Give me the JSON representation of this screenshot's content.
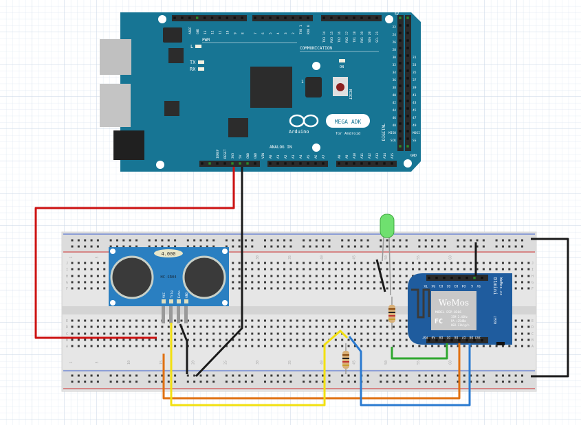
{
  "arduino": {
    "brand": "Arduino",
    "model": "MEGA ADK",
    "subtitle": "for Android",
    "top_pins_a": [
      "AREF",
      "GND",
      "13",
      "12",
      "11",
      "10",
      "9",
      "8"
    ],
    "top_pins_b": [
      "7",
      "6",
      "5",
      "4",
      "3",
      "2",
      "TX0 1",
      "RX0 0"
    ],
    "top_pins_c": [
      "TX3 14",
      "RX3 15",
      "TX2 16",
      "RX2 17",
      "TX1 18",
      "RX1 19",
      "SDA 20",
      "SCL 21"
    ],
    "pwm_label": "PWM",
    "comm_label": "COMMUNICATION",
    "led_labels": [
      "L",
      "TX",
      "RX",
      "ON"
    ],
    "reset_label": "RESET",
    "icsp_label": "1",
    "power_pins": [
      "IOREF",
      "RESET",
      "3V3",
      "5V",
      "GND",
      "GND",
      "VIN"
    ],
    "analog_label": "ANALOG IN",
    "analog_pins": [
      "A0",
      "A1",
      "A2",
      "A3",
      "A4",
      "A5",
      "A6",
      "A7",
      "A8",
      "A9",
      "A10",
      "A11",
      "A12",
      "A13",
      "A14",
      "A15"
    ],
    "digital_label": "DIGITAL",
    "digital_left": [
      "22",
      "24",
      "26",
      "28",
      "30",
      "32",
      "34",
      "36",
      "38",
      "40",
      "42",
      "44",
      "46",
      "48",
      "MISO",
      "SCK"
    ],
    "digital_right": [
      "31",
      "33",
      "35",
      "37",
      "39",
      "41",
      "43",
      "45",
      "47",
      "49",
      "MOSI",
      "SS"
    ],
    "top_5v": "5V",
    "bottom_gnd": "GND"
  },
  "sensor": {
    "display": "4.000",
    "model": "HC-SR04",
    "pins": [
      "VCC",
      "Trig",
      "Echo",
      "GND"
    ]
  },
  "wemos": {
    "top_pins": [
      "TX",
      "RX",
      "D1",
      "D2",
      "D3",
      "D4",
      "G",
      "5V"
    ],
    "bottom_pins": [
      "RST",
      "A0",
      "D0",
      "D5",
      "D6",
      "D7",
      "D8",
      "3V3"
    ],
    "logo": "WeMos",
    "module_model": "MODEL  ESP-8266",
    "module_specs": [
      "ISM 2.4GHz",
      "PA +25dBm",
      "802.11b/g/n"
    ],
    "fcc": "FC",
    "board_name": "D1mini",
    "board_site": "WeMos.cc",
    "reset_label": "RESET"
  },
  "breadboard": {
    "row_letters_top": [
      "J",
      "I",
      "H",
      "G",
      "F"
    ],
    "row_letters_bottom": [
      "E",
      "D",
      "C",
      "B",
      "A"
    ],
    "column_numbers": [
      "1",
      "5",
      "10",
      "15",
      "20",
      "25",
      "30",
      "35",
      "40",
      "45",
      "50",
      "55",
      "60"
    ]
  },
  "colors": {
    "arduino_board": "#177594",
    "sensor_board": "#2a7fc1",
    "wemos_board": "#1f5c9e",
    "wire_red": "#cc1111",
    "wire_black": "#1a1a1a",
    "wire_orange": "#e07010",
    "wire_yellow": "#f2e010",
    "wire_blue": "#2a7ad0",
    "wire_green": "#2fa82f",
    "led": "#6fe06f"
  }
}
